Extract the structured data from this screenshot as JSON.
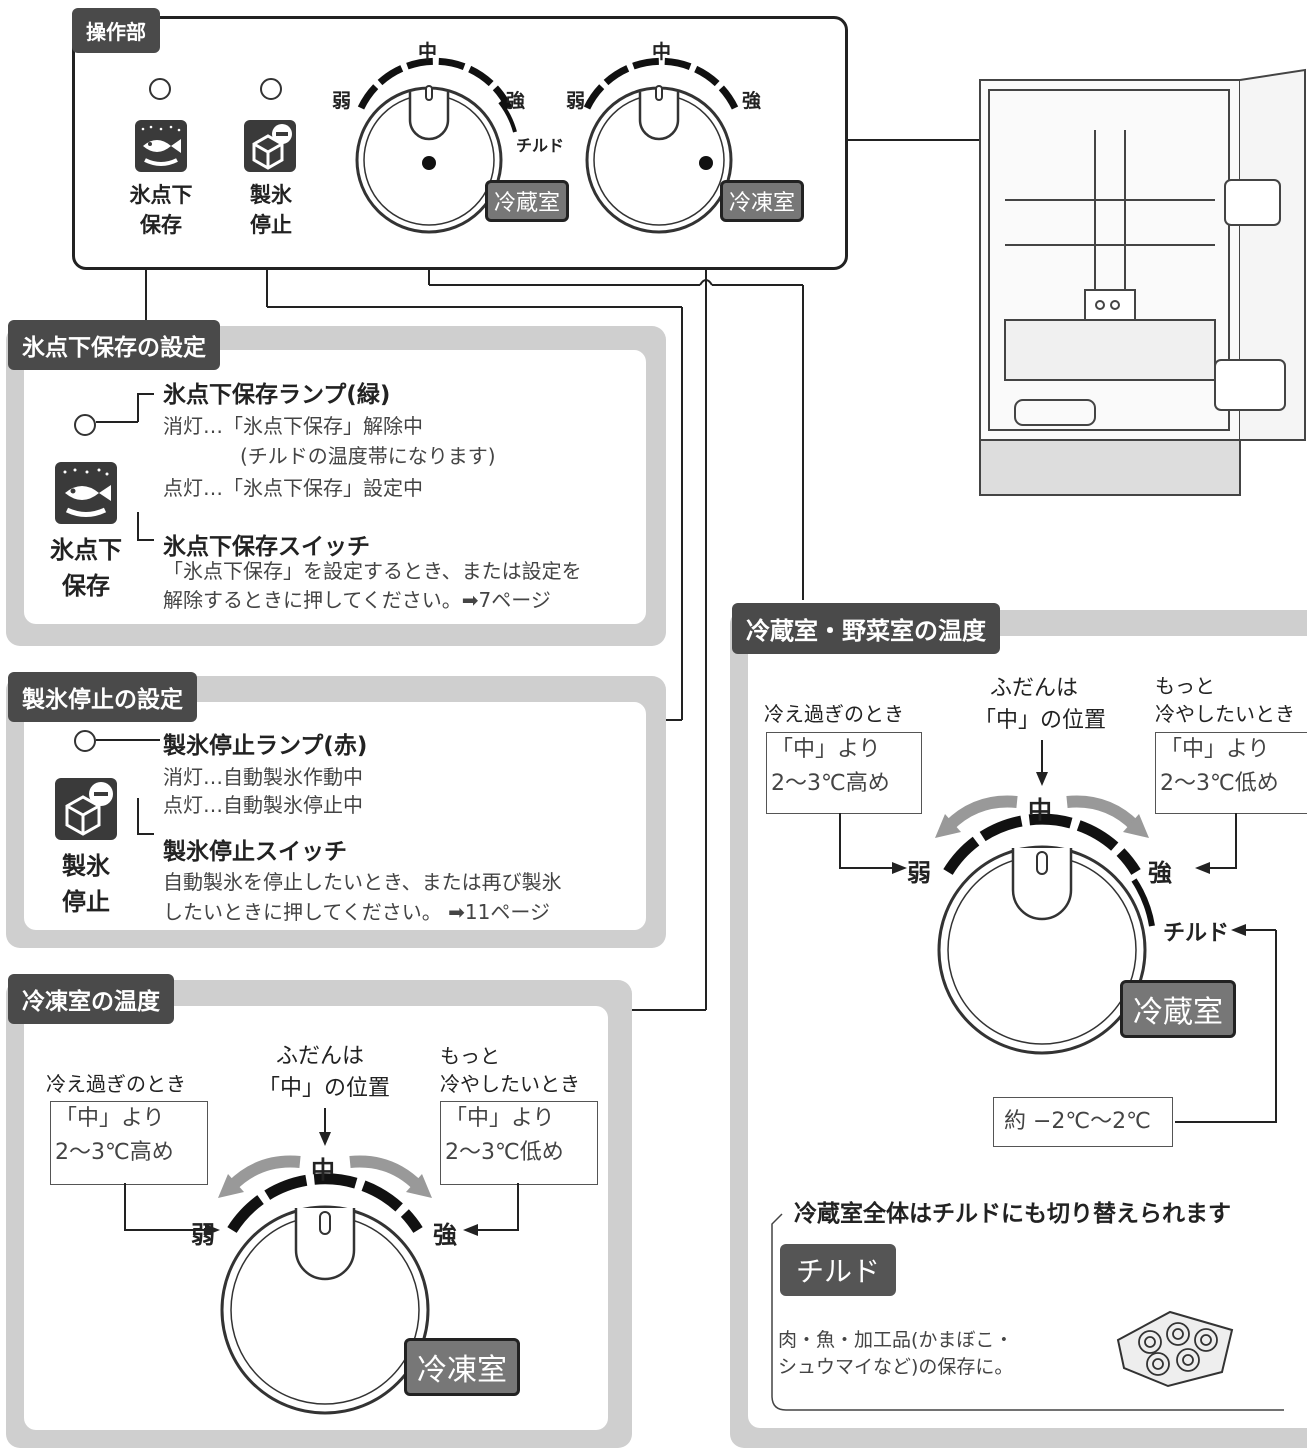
{
  "control_panel": {
    "tag": "操作部",
    "subzero_button": {
      "label1": "氷点下",
      "label2": "保存"
    },
    "ice_button": {
      "label1": "製氷",
      "label2": "停止"
    },
    "fridge_dial": {
      "mid": "中",
      "weak": "弱",
      "strong": "強",
      "chilled": "チルド",
      "name": "冷蔵室"
    },
    "freezer_dial": {
      "mid": "中",
      "weak": "弱",
      "strong": "強",
      "name": "冷凍室"
    }
  },
  "subzero_section": {
    "title": "氷点下保存の設定",
    "lamp_title": "氷点下保存ランプ(緑)",
    "off_line": "消灯…「氷点下保存」解除中",
    "off_note": "(チルドの温度帯になります)",
    "on_line": "点灯…「氷点下保存」設定中",
    "icon_label1": "氷点下",
    "icon_label2": "保存",
    "switch_title": "氷点下保存スイッチ",
    "switch_desc1": "「氷点下保存」を設定するとき、または設定を",
    "switch_desc2": "解除するときに押してください。➡7ページ"
  },
  "ice_section": {
    "title": "製氷停止の設定",
    "lamp_title": "製氷停止ランプ(赤)",
    "off_line": "消灯…自動製氷作動中",
    "on_line": "点灯…自動製氷停止中",
    "icon_label1": "製氷",
    "icon_label2": "停止",
    "switch_title": "製氷停止スイッチ",
    "switch_desc1": "自動製氷を停止したいとき、または再び製氷",
    "switch_desc2": "したいときに押してください。 ➡11ページ"
  },
  "freezer_section": {
    "title": "冷凍室の温度",
    "too_cold": "冷え過ぎのとき",
    "higher_box1": "「中」より",
    "higher_box2": "2〜3℃高め",
    "normally1": "ふだんは",
    "normally2": "「中」の位置",
    "colder1": "もっと",
    "colder2": "冷やしたいとき",
    "lower_box1": "「中」より",
    "lower_box2": "2〜3℃低め",
    "mid": "中",
    "weak": "弱",
    "strong": "強",
    "dial_name": "冷凍室"
  },
  "fridge_section": {
    "title": "冷蔵室・野菜室の温度",
    "too_cold": "冷え過ぎのとき",
    "higher_box1": "「中」より",
    "higher_box2": "2〜3℃高め",
    "normally1": "ふだんは",
    "normally2": "「中」の位置",
    "colder1": "もっと",
    "colder2": "冷やしたいとき",
    "lower_box1": "「中」より",
    "lower_box2": "2〜3℃低め",
    "mid": "中",
    "weak": "弱",
    "strong": "強",
    "chilled": "チルド",
    "dial_name": "冷蔵室",
    "range_box": "約 −2℃〜2℃",
    "switch_note": "冷蔵室全体はチルドにも切り替えられます",
    "chilled_badge": "チルド",
    "chilled_desc1": "肉・魚・加工品(かまぼこ・",
    "chilled_desc2": "シュウマイなど)の保存に。"
  }
}
